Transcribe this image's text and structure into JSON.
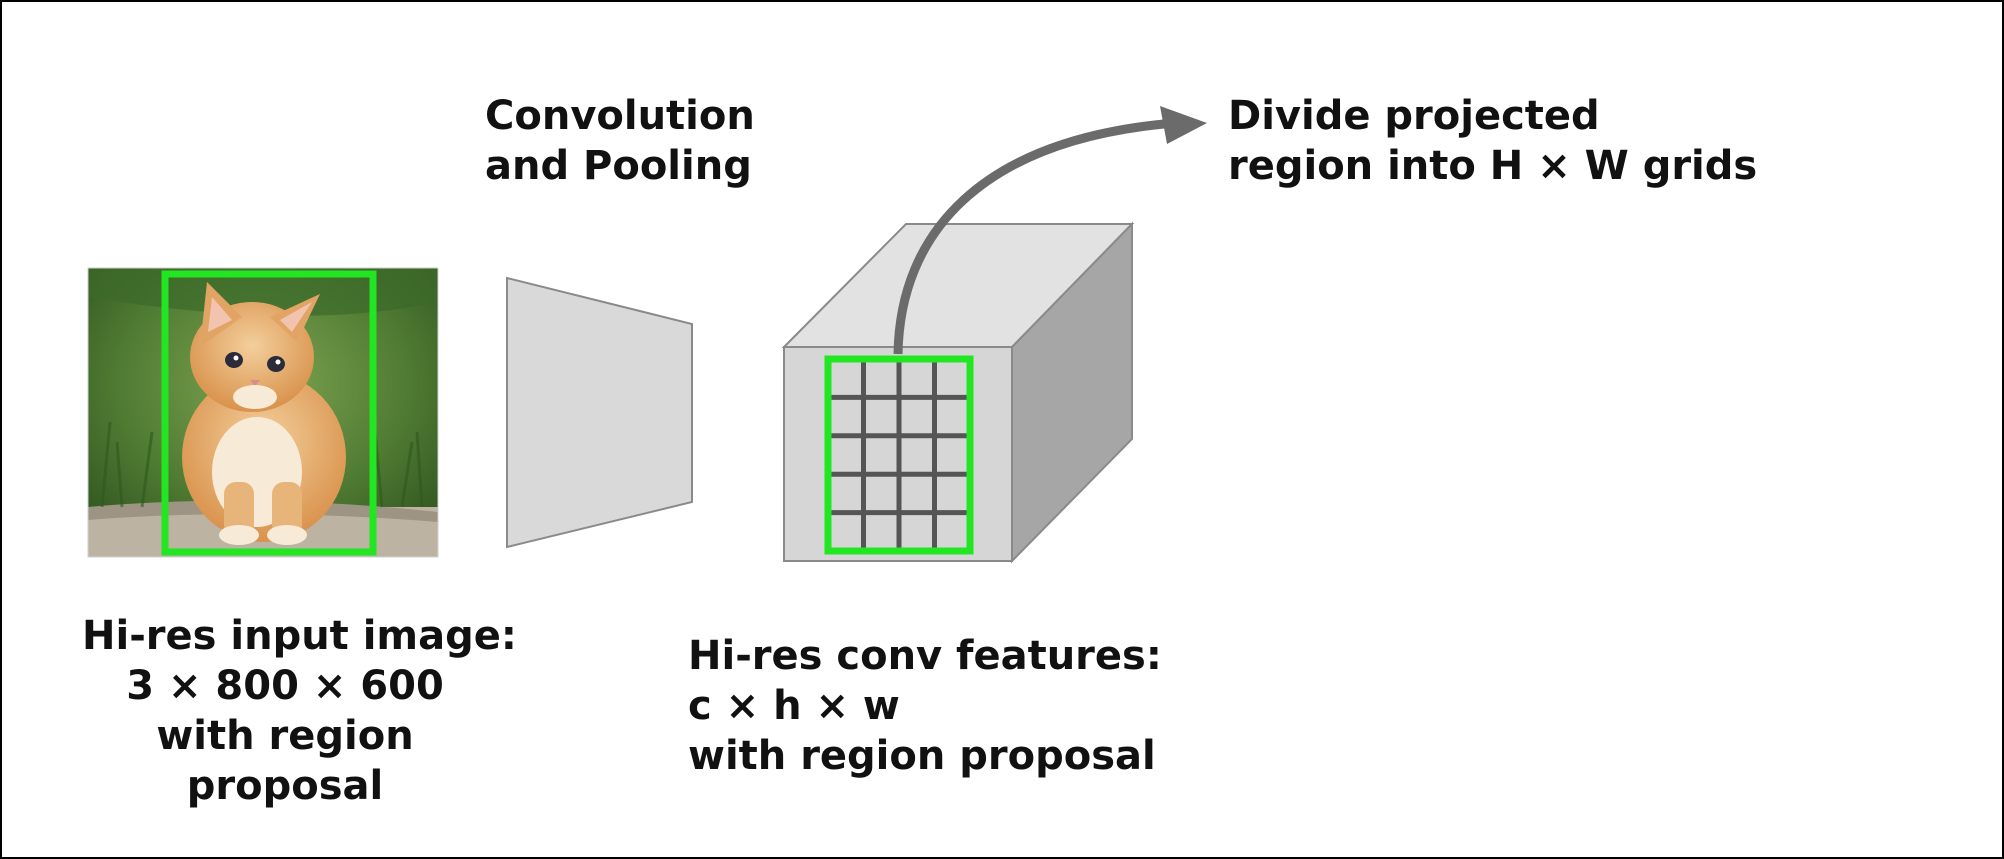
{
  "labels": {
    "convolution": [
      "Convolution",
      "and Pooling"
    ],
    "divide": [
      "Divide projected",
      "region into H × W grids"
    ],
    "input_image": [
      "Hi-res input image:",
      "3 × 800 × 600",
      "with region",
      "proposal"
    ],
    "conv_features": [
      "Hi-res conv features:",
      "c × h × w",
      "with region proposal"
    ]
  },
  "grid": {
    "rows": 5,
    "cols": 4
  },
  "colors": {
    "region_box": "#22e622",
    "grid_lines": "#555555",
    "arrow": "#6b6b6b",
    "block_front": "#d6d6d6",
    "block_top": "#e2e2e2",
    "block_side": "#a6a6a6",
    "trapezoid": "#d9d9d9"
  }
}
